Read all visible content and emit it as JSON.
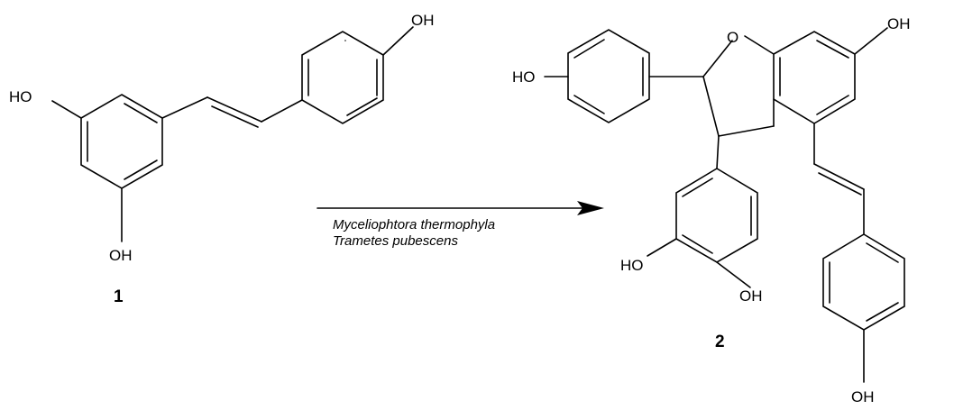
{
  "compound_1": {
    "label": "1",
    "oh_top": "OH",
    "oh_left": "HO",
    "oh_bottom": "OH"
  },
  "reaction": {
    "condition_line1": "Myceliophtora thermophyla",
    "condition_line2": "Trametes pubescens"
  },
  "compound_2": {
    "label": "2",
    "ring_oxygen": "O",
    "oh_top_right": "OH",
    "oh_left": "HO",
    "oh_resorcinol_left": "HO",
    "oh_resorcinol_bottom": "OH",
    "oh_bottom": "OH"
  }
}
